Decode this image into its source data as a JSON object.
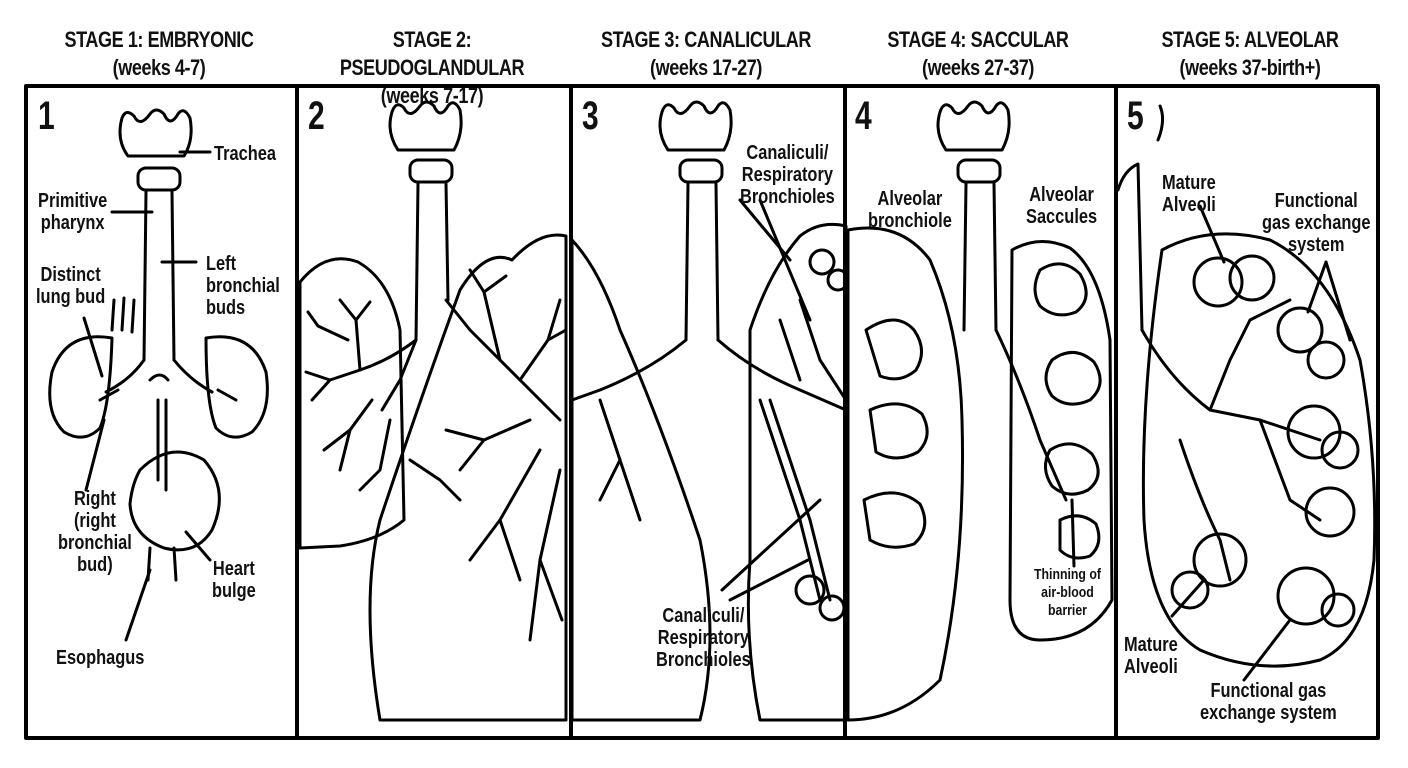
{
  "stages": [
    {
      "title": "STAGE 1: EMBRYONIC",
      "weeks": "(weeks 4-7)",
      "number": "1"
    },
    {
      "title": "STAGE 2: PSEUDOGLANDULAR",
      "weeks": "(weeks 7-17)",
      "number": "2"
    },
    {
      "title": "STAGE 3: CANALICULAR",
      "weeks": "(weeks 17-27)",
      "number": "3"
    },
    {
      "title": "STAGE 4: SACCULAR",
      "weeks": "(weeks 27-37)",
      "number": "4"
    },
    {
      "title": "STAGE 5: ALVEOLAR",
      "weeks": "(weeks 37-birth+)",
      "number": "5"
    }
  ],
  "labels": {
    "trachea": "Trachea",
    "primitive_pharynx": "Primitive\npharynx",
    "distinct_lung_bud": "Distinct\nlung bud",
    "left_bronchial_buds": "Left\nbronchial\nbuds",
    "right_bronchial_bud": "Right\n(right\nbronchial\nbud)",
    "heart_bulge": "Heart\nbulge",
    "esophagus": "Esophagus",
    "canaliculi_top": "Canaliculi/\nRespiratory\nBronchioles",
    "canaliculi_bottom": "Canaliculi/\nRespiratory\nBronchioles",
    "alveolar_bronchiole": "Alveolar\nbronchiole",
    "alveolar_saccules": "Alveolar\nSaccules",
    "thinning_barrier": "Thinning of\nair-blood\nbarrier",
    "mature_alveoli_top": "Mature\nAlveoli",
    "functional_top": "Functional\ngas exchange\nsystem",
    "mature_alveoli_bottom": "Mature\nAlveoli",
    "functional_bottom": "Functional gas\nexchange system"
  }
}
